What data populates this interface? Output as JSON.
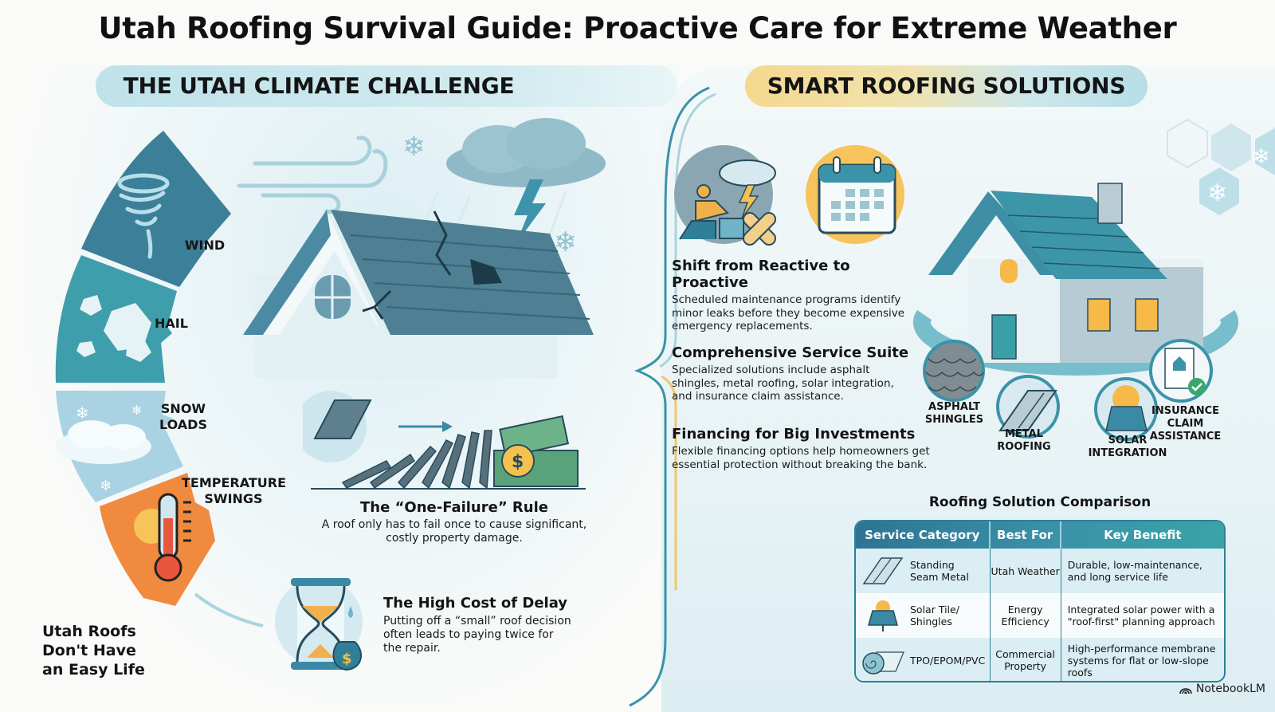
{
  "title": "Utah Roofing Survival Guide: Proactive Care for Extreme Weather",
  "left_section": {
    "header": "THE UTAH CLIMATE CHALLENGE",
    "segments": [
      {
        "label": "WIND",
        "icon": "tornado-icon",
        "color": "#3c7f98"
      },
      {
        "label": "HAIL",
        "icon": "hail-icon",
        "color": "#3f9eab"
      },
      {
        "label": "SNOW\nLOADS",
        "label_line1": "SNOW",
        "label_line2": "LOADS",
        "icon": "snow-cloud-icon",
        "color": "#9ccbdc"
      },
      {
        "label": "TEMPERATURE SWINGS",
        "label_line1": "TEMPERATURE",
        "label_line2": "SWINGS",
        "icon": "thermometer-sun-icon",
        "color": "#f08a3e"
      }
    ],
    "tagline_lines": [
      "Utah Roofs",
      "Don't Have",
      "an Easy Life"
    ],
    "one_failure": {
      "title": "The “One-Failure” Rule",
      "body_line1": "A roof only has to fail once to cause significant,",
      "body_line2": "costly property damage."
    },
    "delay": {
      "title": "The High Cost of Delay",
      "body_line1": "Putting off a “small” roof decision",
      "body_line2": "often leads to paying twice for",
      "body_line3": "the repair."
    }
  },
  "right_section": {
    "header": "SMART ROOFING SOLUTIONS",
    "items": [
      {
        "title": "Shift from Reactive to Proactive",
        "body_lines": [
          "Scheduled maintenance programs identify",
          "minor leaks before they become expensive",
          "emergency replacements."
        ]
      },
      {
        "title": "Comprehensive Service Suite",
        "body_lines": [
          "Specialized solutions include asphalt",
          "shingles, metal roofing, solar integration,",
          "and insurance claim assistance."
        ]
      },
      {
        "title": "Financing for Big Investments",
        "body_lines": [
          "Flexible financing options help homeowners get",
          "essential protection without breaking the bank."
        ]
      }
    ],
    "services": [
      {
        "line1": "ASPHALT",
        "line2": "SHINGLES",
        "icon": "shingles-icon"
      },
      {
        "line1": "METAL",
        "line2": "ROOFING",
        "icon": "metal-panel-icon"
      },
      {
        "line1": "SOLAR",
        "line2": "INTEGRATION",
        "icon": "solar-panel-icon"
      },
      {
        "line1": "INSURANCE",
        "line2": "CLAIM",
        "line3": "ASSISTANCE",
        "icon": "insurance-document-icon"
      }
    ],
    "comparison": {
      "title": "Roofing Solution Comparison",
      "headers": [
        "Service Category",
        "Best For",
        "Key Benefit"
      ],
      "rows": [
        {
          "category_l1": "Standing",
          "category_l2": "Seam Metal",
          "best_l1": "Utah Weather",
          "best_l2": "",
          "benefit_l1": "Durable, low-maintenance,",
          "benefit_l2": "and long service life",
          "icon": "metal-panel-icon"
        },
        {
          "category_l1": "Solar Tile/",
          "category_l2": "Shingles",
          "best_l1": "Energy",
          "best_l2": "Efficiency",
          "benefit_l1": "Integrated solar power with a",
          "benefit_l2": "\"roof-first\" planning approach",
          "icon": "solar-panel-icon"
        },
        {
          "category_l1": "TPO/EPOM/PVC",
          "category_l2": "",
          "best_l1": "Commercial",
          "best_l2": "Property",
          "benefit_l1": "High-performance membrane",
          "benefit_l2": "systems for flat or low-slope roofs",
          "icon": "membrane-roll-icon"
        }
      ]
    }
  },
  "brand": "NotebookLM",
  "colors": {
    "teal_dark": "#2e7494",
    "teal": "#3f9eab",
    "ice": "#9ccbdc",
    "orange": "#f08a3e",
    "gold": "#f4c04e",
    "money_green": "#5aa37a"
  }
}
